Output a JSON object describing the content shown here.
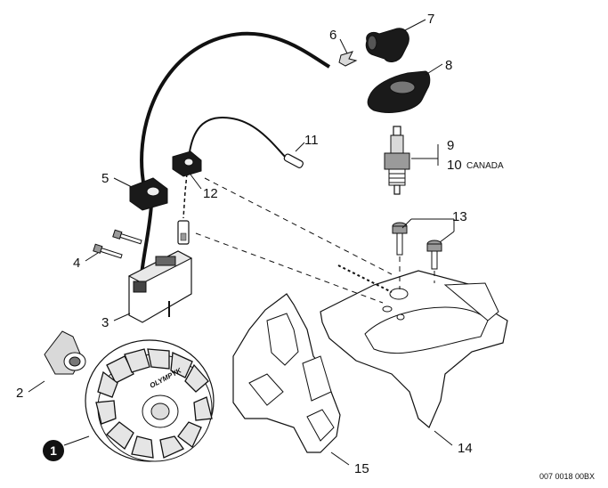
{
  "callouts": {
    "c1": "1",
    "c2": "2",
    "c3": "3",
    "c4": "4",
    "c5": "5",
    "c6": "6",
    "c7": "7",
    "c8": "8",
    "c9": "9",
    "c10": "10",
    "c10_note": "CANADA",
    "c11": "11",
    "c12": "12",
    "c13": "13",
    "c14": "14",
    "c15": "15"
  },
  "flywheel_brand": "OLYMPYK",
  "drawing_code": "007 0018 00BX"
}
